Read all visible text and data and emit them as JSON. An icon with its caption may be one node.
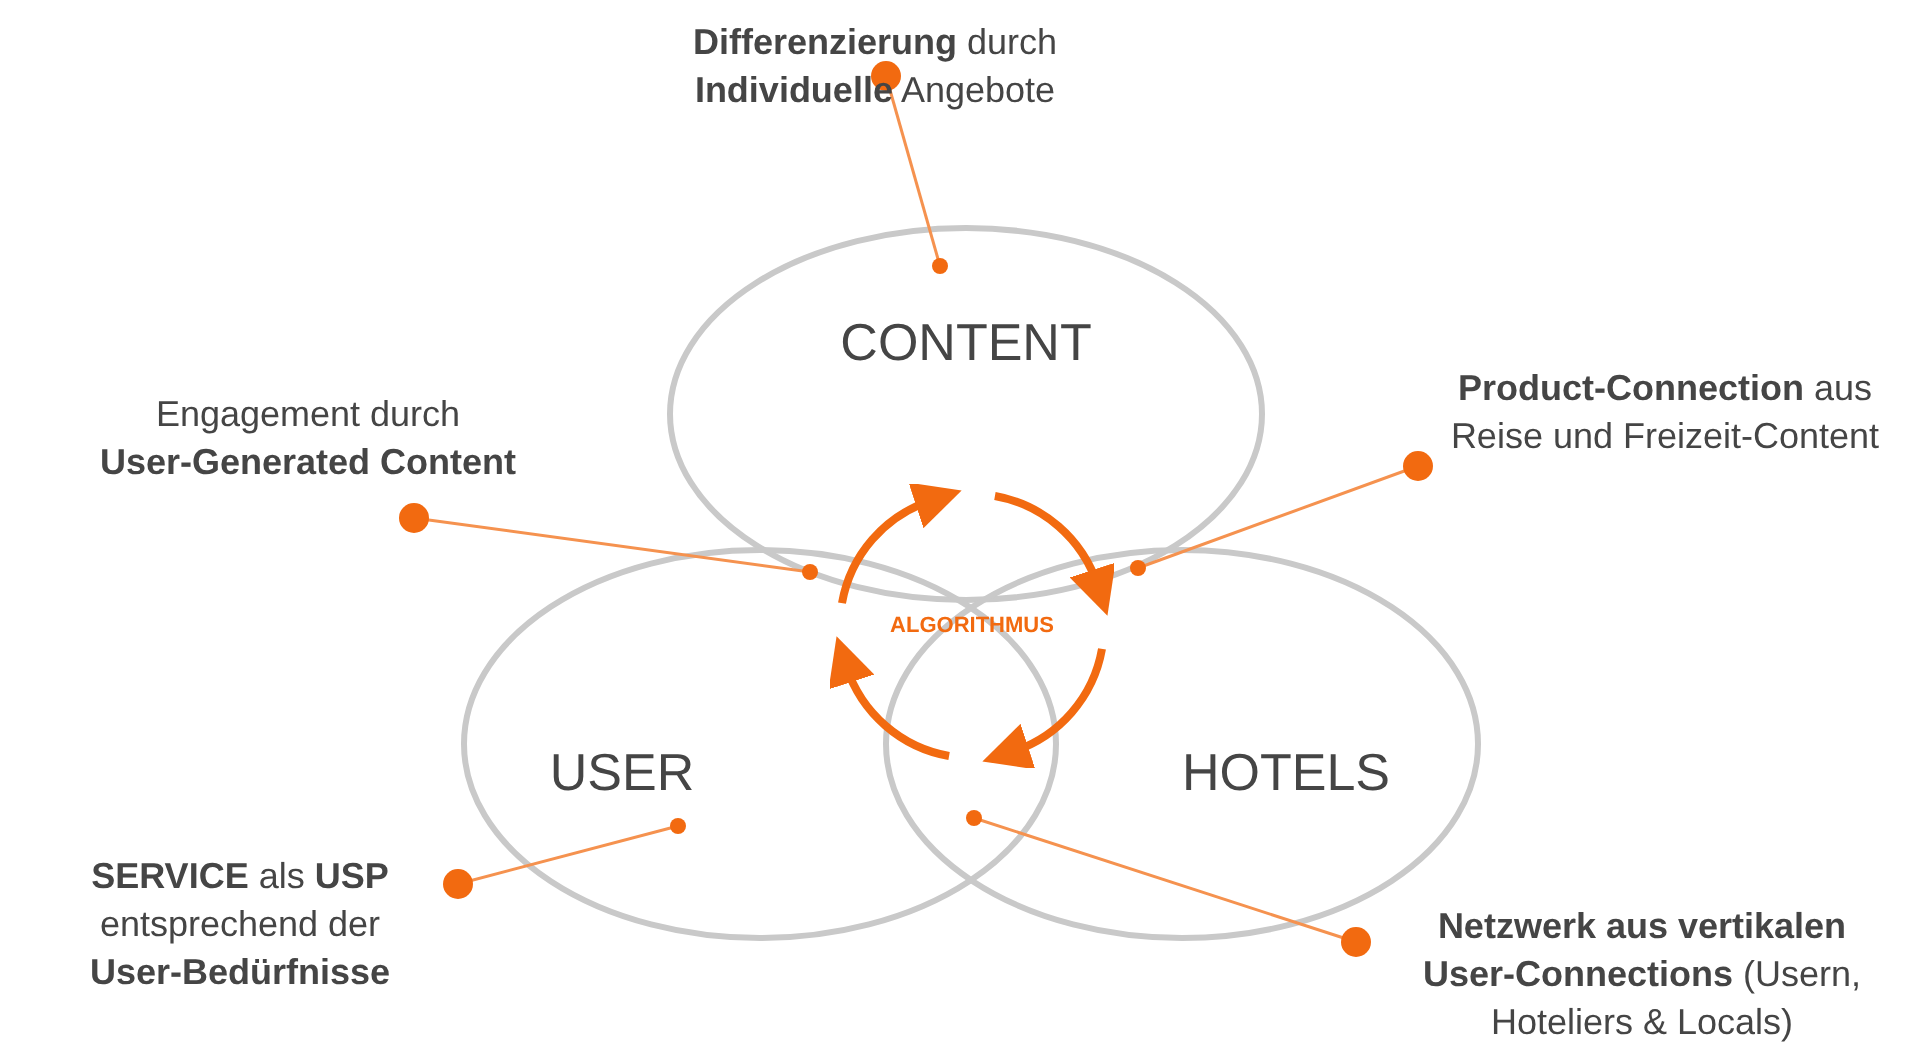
{
  "diagram": {
    "nodes": [
      {
        "text": [
          "CONTENT"
        ]
      },
      {
        "text": [
          "USER"
        ]
      },
      {
        "text": [
          "HOTELS"
        ]
      },
      {
        "text": [
          "ALGORITHMUS"
        ]
      },
      {
        "text": [
          "**Differenzierung** durch **Individuelle** Angebote"
        ]
      },
      {
        "text": [
          "Engagement durch **User-Generated Content**"
        ]
      },
      {
        "text": [
          "**Product-Connection** aus Reise und Freizeit-Content"
        ]
      },
      {
        "text": [
          "**SERVICE** als **USP** entsprechend der **User-Bedürfnisse**"
        ]
      },
      {
        "text": [
          "**Netzwerk aus vertikalen User-Connections** (Usern, Hoteliers & Locals)"
        ]
      }
    ],
    "edges": [
      {
        "from": 4,
        "to": 0,
        "arrow": "other"
      },
      {
        "from": 5,
        "to": 3,
        "arrow": "other"
      },
      {
        "from": 6,
        "to": 3,
        "arrow": "other"
      },
      {
        "from": 7,
        "to": 1,
        "arrow": "other"
      },
      {
        "from": 8,
        "to": 1,
        "arrow": "other"
      }
    ]
  }
}
